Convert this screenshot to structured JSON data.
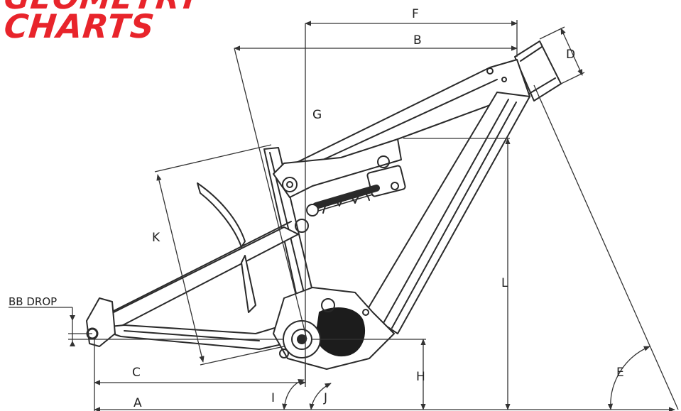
{
  "heading": {
    "line1": "GEOMETRY",
    "line2": "CHARTS"
  },
  "colors": {
    "heading": "#e8242b",
    "frame_line": "#2a2a2a",
    "dimension_line": "#333333",
    "motor": "#1c1c1c"
  },
  "labels": {
    "a": "A",
    "b": "B",
    "c": "C",
    "d": "D",
    "e": "E",
    "f": "F",
    "g": "G",
    "h": "H",
    "i": "I",
    "j": "J",
    "k": "K",
    "l": "L",
    "bb_drop": "BB DROP"
  }
}
